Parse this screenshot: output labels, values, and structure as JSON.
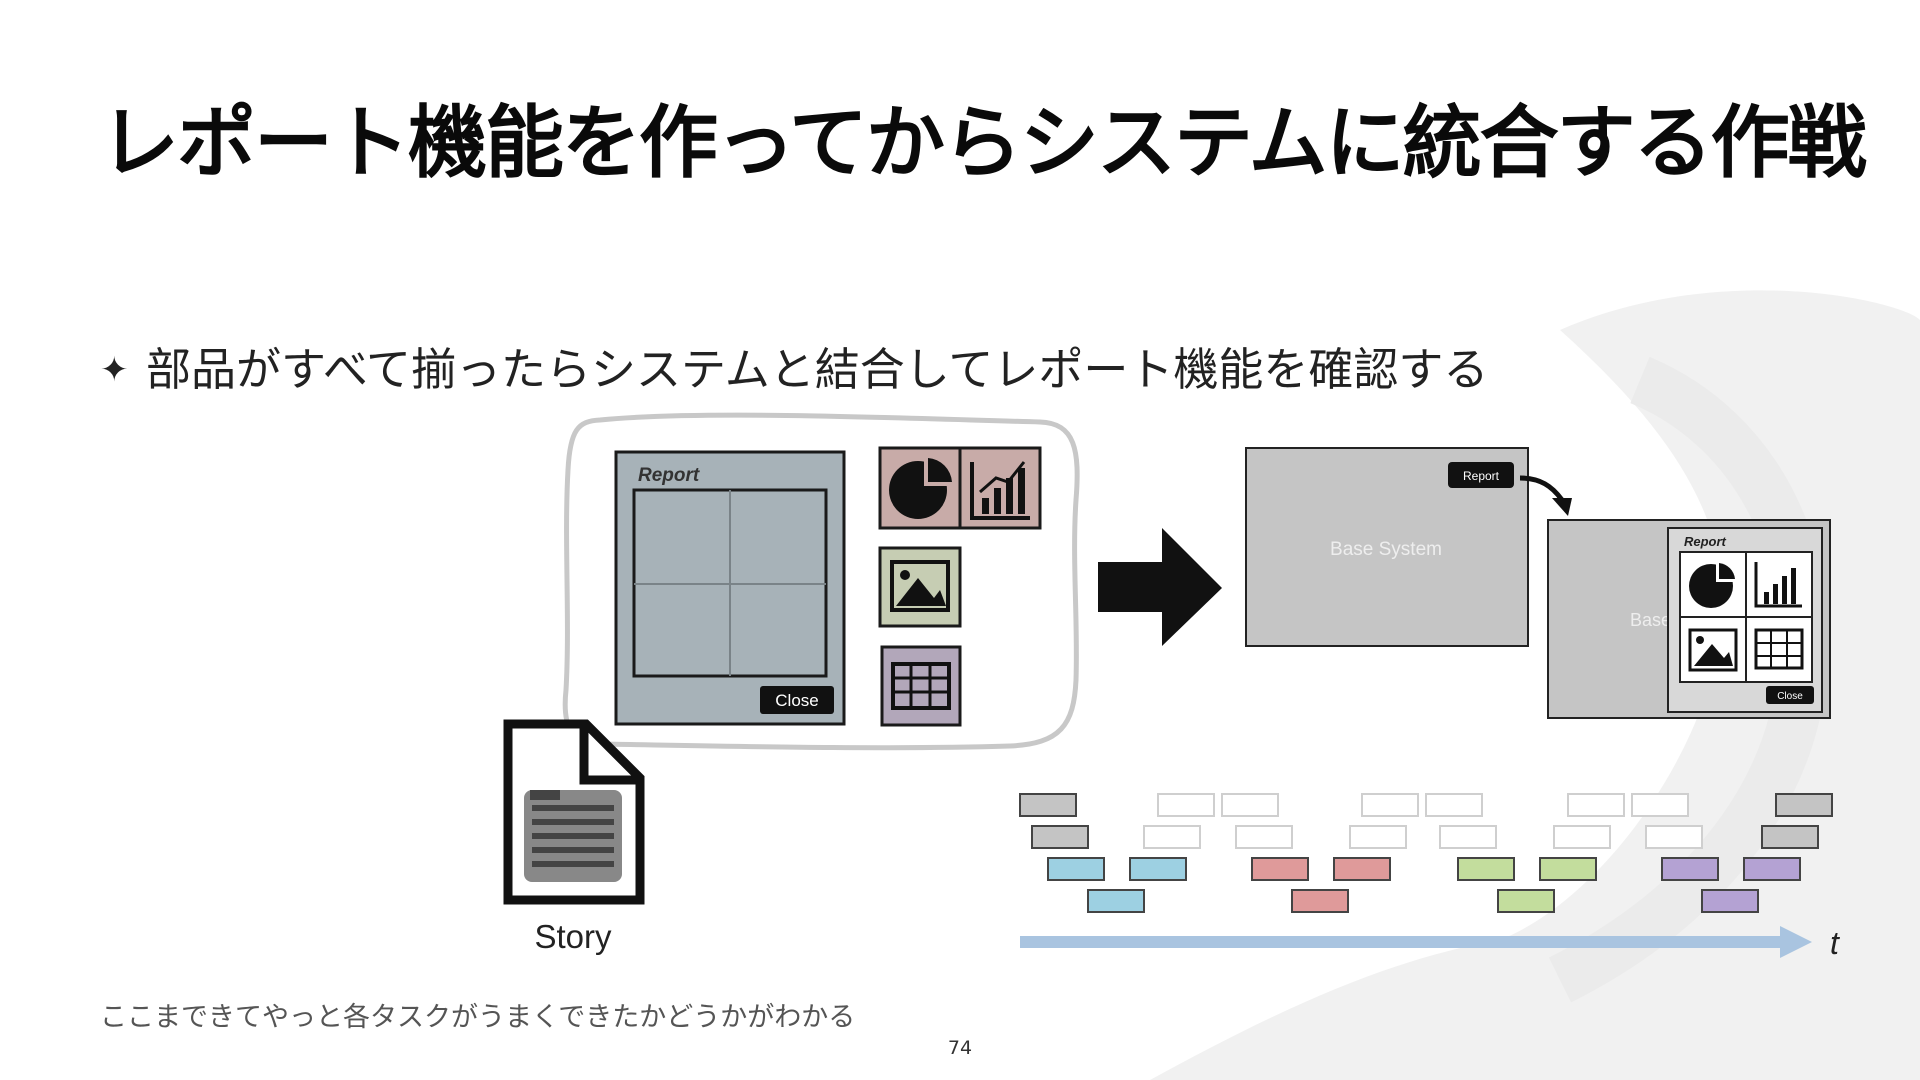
{
  "slide": {
    "title": "レポート機能を作ってからシステムに統合する作戦",
    "bullet_symbol": "✦",
    "bullet_text": "部品がすべて揃ったらシステムと結合してレポート機能を確認する",
    "note": "ここまできてやっと各タスクがうまくできたかどうかがわかる",
    "page_number": "74"
  },
  "diagram": {
    "report_panel_label": "Report",
    "close_button": "Close",
    "story_label": "Story",
    "base_system_label": "Base System",
    "report_button": "Report",
    "base_truncated": "Base",
    "mini_report_label": "Report",
    "mini_close_button": "Close",
    "time_label": "t",
    "colors": {
      "panel": "#a7b2b8",
      "pie_bg": "#c8aba8",
      "image_bg": "#c6cdb3",
      "table_bg": "#b2a7ba",
      "base_system": "#c5c5c5",
      "gray_task": "#c4c4c4",
      "blue_task": "#9dd0e2",
      "red_task": "#df9a9a",
      "green_task": "#c3dd9d",
      "purple_task": "#b4a2d3",
      "timeline_arrow": "#a9c4e0"
    }
  }
}
